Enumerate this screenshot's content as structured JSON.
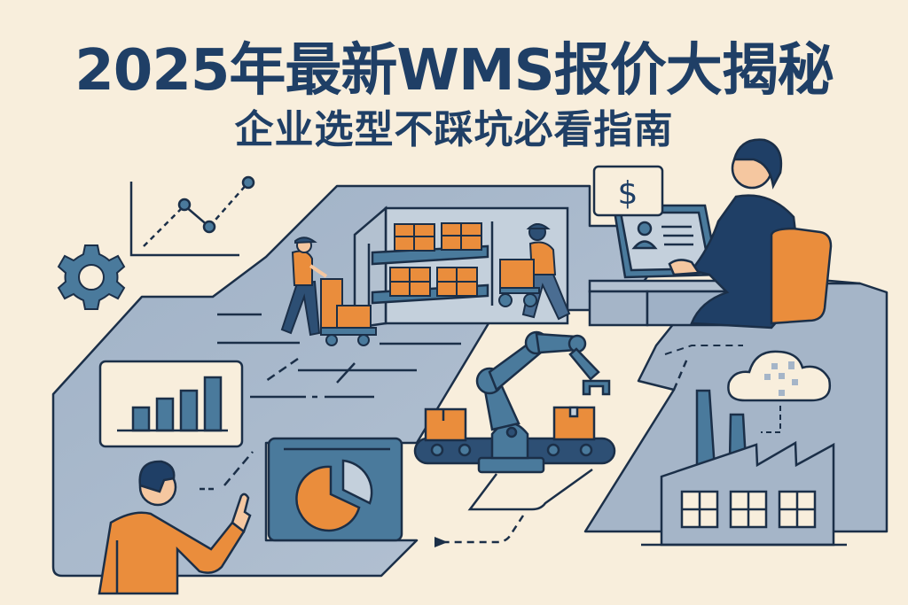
{
  "header": {
    "title": "2025年最新WMS报价大揭秘",
    "subtitle": "企业选型不踩坑必看指南"
  },
  "illustration": {
    "price_card_symbol": "$",
    "elements": [
      "line-chart-icon",
      "gear-icon",
      "warehouse-shelf-with-boxes",
      "worker-pushing-cart",
      "worker-carrying-box",
      "person-at-laptop",
      "price-card-icon",
      "bar-chart-card",
      "pie-chart-card",
      "person-pointing",
      "robotic-arm-conveyor",
      "cloud-data-icon",
      "factory-icon"
    ]
  },
  "colors": {
    "background": "#f8eedc",
    "navy": "#1f3f66",
    "steel_blue": "#4a7a9c",
    "floor_gray": "#a5b5c8",
    "orange": "#ea8d3c",
    "outline": "#1b2f48",
    "skin": "#f5c7a0"
  }
}
